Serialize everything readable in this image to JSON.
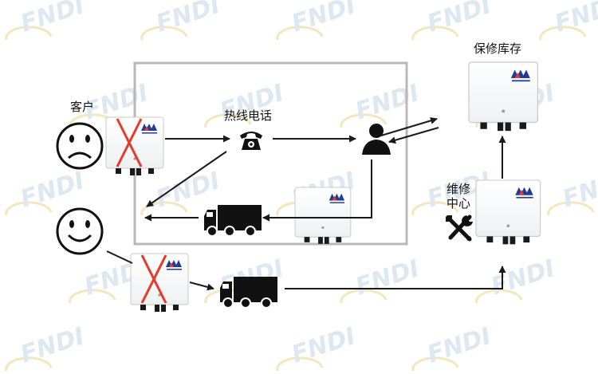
{
  "labels": {
    "customer": "客户",
    "hotline": "热线电话",
    "warranty_stock": "保修库存",
    "repair_center_line1": "维修",
    "repair_center_line2": "中心"
  },
  "watermark": {
    "text": "FNDI",
    "color": "#dbe6f0"
  },
  "colors": {
    "frame": "#b8b8b8",
    "arrow": "#1a1a1a",
    "fault_cross": "#e83a2a",
    "brand_blue": "#1f3c9a",
    "brand_red": "#e83a2a"
  },
  "icons": [
    "sad-face-icon",
    "happy-face-icon",
    "telephone-icon",
    "person-icon",
    "truck-icon",
    "tools-icon",
    "brand-logo-icon"
  ]
}
